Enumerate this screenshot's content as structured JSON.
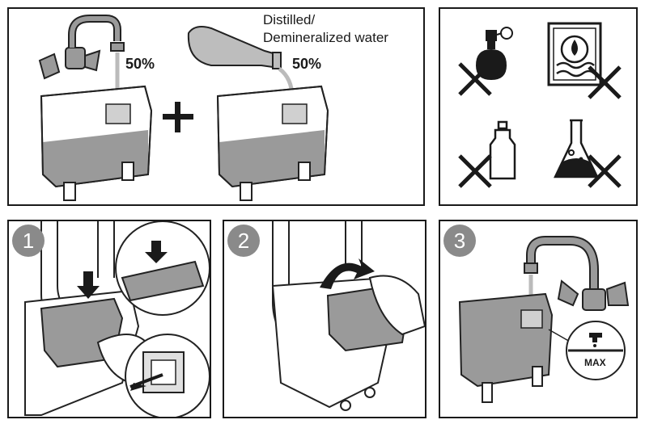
{
  "top_left": {
    "tap_ratio": "50%",
    "bottle_caption_line1": "Distilled/",
    "bottle_caption_line2": "Demineralized water",
    "bottle_ratio": "50%"
  },
  "prohibited": {
    "icons": [
      "perfume-icon",
      "descaler-icon",
      "detergent-bottle-icon",
      "chemical-flask-icon"
    ]
  },
  "steps": [
    {
      "number": "1"
    },
    {
      "number": "2"
    },
    {
      "number": "3",
      "max_label": "MAX"
    }
  ]
}
